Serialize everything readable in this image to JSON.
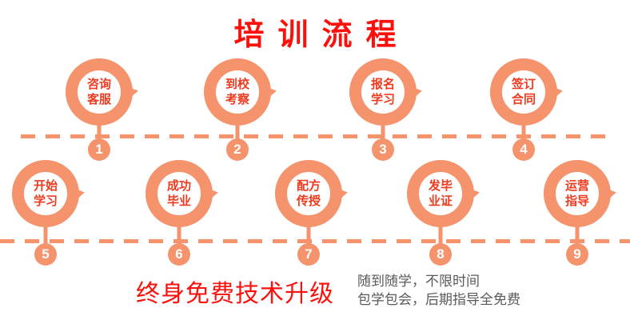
{
  "title": "培训流程",
  "steps": [
    {
      "num": "1",
      "lines": [
        "咨询",
        "客服"
      ]
    },
    {
      "num": "2",
      "lines": [
        "到校",
        "考察"
      ]
    },
    {
      "num": "3",
      "lines": [
        "报名",
        "学习"
      ]
    },
    {
      "num": "4",
      "lines": [
        "签订",
        "合同"
      ]
    },
    {
      "num": "5",
      "lines": [
        "开始",
        "学习"
      ]
    },
    {
      "num": "6",
      "lines": [
        "成功",
        "毕业"
      ]
    },
    {
      "num": "7",
      "lines": [
        "配方",
        "传授"
      ]
    },
    {
      "num": "8",
      "lines": [
        "发毕",
        "业证"
      ]
    },
    {
      "num": "9",
      "lines": [
        "运营",
        "指导"
      ]
    }
  ],
  "footer": {
    "highlight": "终身免费技术升级",
    "notes": [
      "随到随学，不限时间",
      "包学包会，后期指导全免费"
    ]
  },
  "colors": {
    "orange": "#f4936c",
    "red": "#fb100b",
    "label_red": "#ee3a1f",
    "gray": "#5a5a5a"
  }
}
